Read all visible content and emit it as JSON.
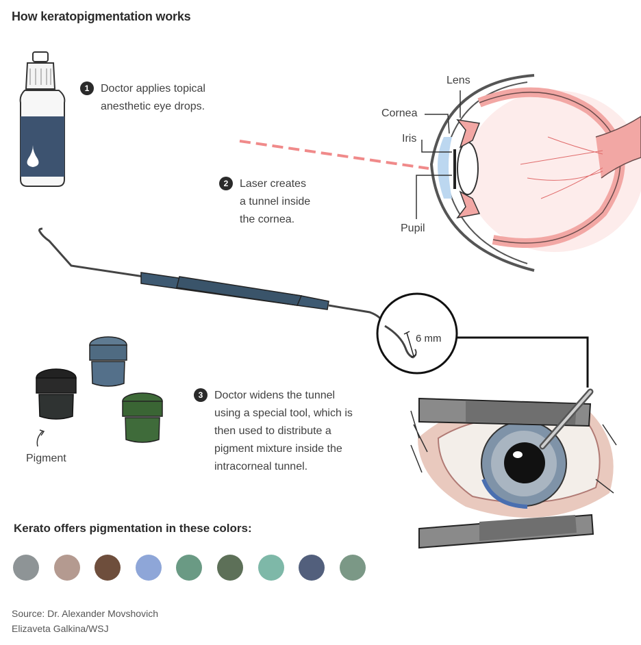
{
  "title": "How keratopigmentation works",
  "steps": [
    {
      "number": "1",
      "text": "Doctor applies topical\nanesthetic eye drops."
    },
    {
      "number": "2",
      "text": "Laser creates\na tunnel inside\nthe cornea."
    },
    {
      "number": "3",
      "text": "Doctor widens the tunnel\nusing a special tool, which is\nthen used to distribute a\npigment mixture inside the\nintracorneal tunnel."
    }
  ],
  "eye_labels": {
    "lens": "Lens",
    "cornea": "Cornea",
    "iris": "Iris",
    "pupil": "Pupil"
  },
  "tool_measure": "6 mm",
  "pigment_label": "Pigment",
  "palette": {
    "title": "Kerato offers pigmentation in these colors:",
    "colors": [
      "#8e9496",
      "#b49a90",
      "#6e4e3c",
      "#8ea6d8",
      "#6a9a84",
      "#5d7058",
      "#7eb8a8",
      "#525f7c",
      "#7b9886"
    ]
  },
  "source": {
    "line1": "Source: Dr. Alexander Movshovich",
    "line2": "Elizaveta Galkina/WSJ"
  },
  "art_colors": {
    "bottle_label": "#3d5370",
    "tool_handle": "#3e5a72",
    "sclera_pink": "#f2a7a4",
    "laser": "#f08a8a"
  }
}
